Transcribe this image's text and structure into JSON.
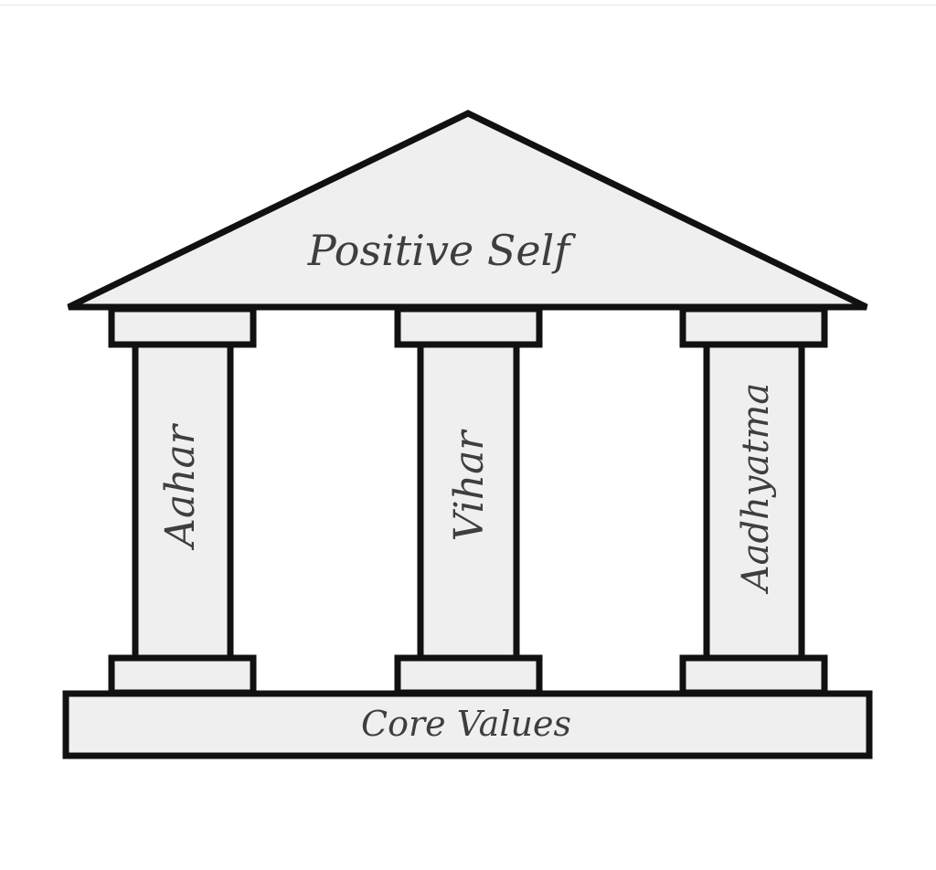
{
  "diagram": {
    "roof_label": "Positive Self",
    "pillars": [
      {
        "label": "Aahar"
      },
      {
        "label": "Vihar"
      },
      {
        "label": "Aadhyatma"
      }
    ],
    "foundation_label": "Core Values",
    "colors": {
      "fill": "#efefef",
      "stroke": "#111111",
      "text": "#3e3e3e"
    }
  }
}
